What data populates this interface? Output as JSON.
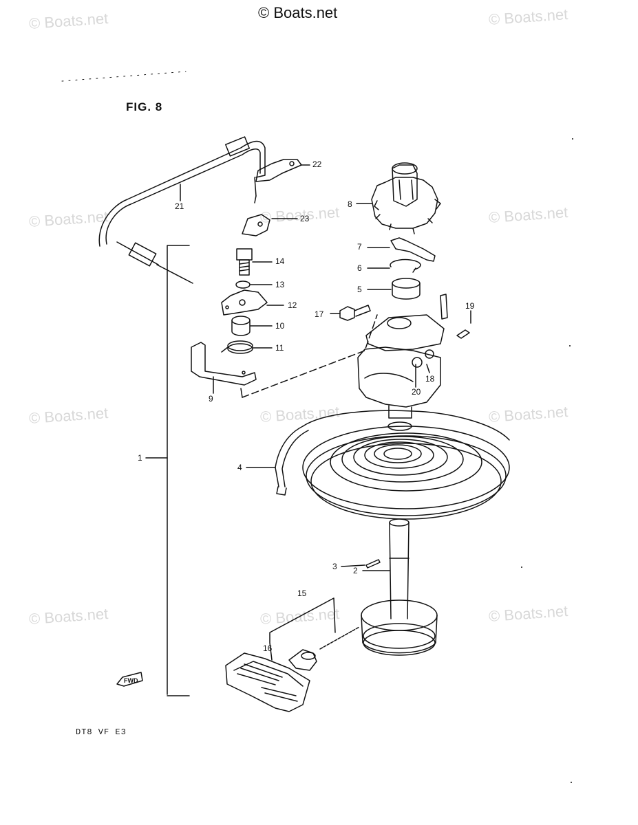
{
  "copyright": "© Boats.net",
  "watermark": "© Boats.net",
  "figure_title": "FIG. 8",
  "diagram_code": "DT8 VF E3",
  "fwd_mark": "FWD",
  "callouts": [
    "1",
    "2",
    "3",
    "4",
    "5",
    "6",
    "7",
    "8",
    "9",
    "10",
    "11",
    "12",
    "13",
    "14",
    "15",
    "16",
    "17",
    "18",
    "19",
    "20",
    "21",
    "22",
    "23"
  ]
}
